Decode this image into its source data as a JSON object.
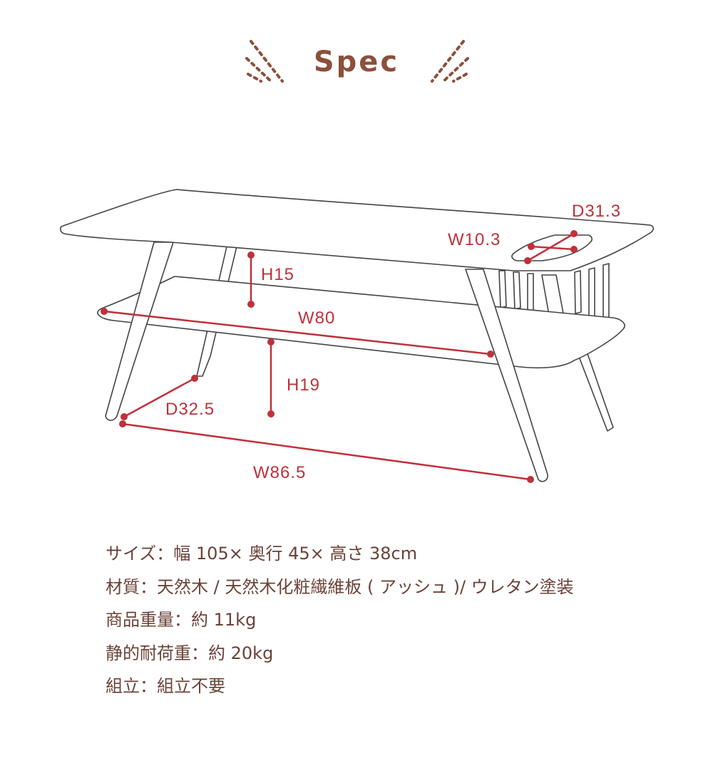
{
  "header": {
    "title": "Spec"
  },
  "diagram": {
    "labels": {
      "d31_3": "D31.3",
      "w10_3": "W10.3",
      "h15": "H15",
      "w80": "W80",
      "h19": "H19",
      "d32_5": "D32.5",
      "w86_5": "W86.5"
    }
  },
  "specs": [
    "サイズ：幅 105× 奥行 45× 高さ 38cm",
    "材質：天然木 / 天然木化粧繊維板 ( アッシュ )/ ウレタン塗装",
    "商品重量：約 11kg",
    "静的耐荷重：約 20kg",
    "組立：組立不要"
  ],
  "colors": {
    "title": "#8c4f3c",
    "dimension": "#c0303a",
    "line": "#444444",
    "text": "#6a4238"
  }
}
